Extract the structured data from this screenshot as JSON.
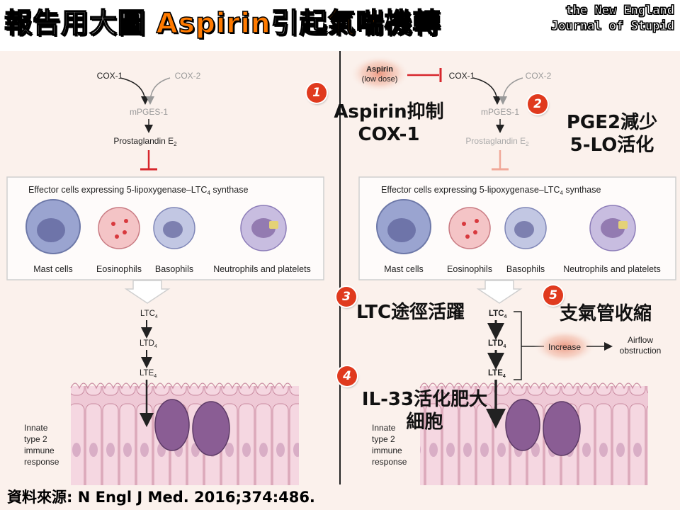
{
  "header": {
    "title_part1": "報告用大圖 ",
    "title_drug": "Aspirin",
    "title_part2": "引起",
    "title_highlight": "氣喘",
    "title_part3": "機轉",
    "logo_line1": "the New England",
    "logo_line2": "Journal of Stupid"
  },
  "left_panel": {
    "cox1": "COX-1",
    "cox2": "COX-2",
    "mpges": "mPGES-1",
    "pg": "Prostaglandin E",
    "pg_sub": "2",
    "box_title": "Effector cells expressing 5-lipoxygenase–LTC",
    "box_title_sub": "4",
    "box_title_tail": " synthase",
    "cells": [
      "Mast cells",
      "Eosinophils",
      "Basophils",
      "Neutrophils and platelets"
    ],
    "ltc": "LTC",
    "ltd": "LTD",
    "lte": "LTE",
    "lt_sub": "4",
    "innate": [
      "Innate",
      "type 2",
      "immune",
      "response"
    ]
  },
  "right_panel": {
    "aspirin": [
      "Aspirin",
      "(low dose)"
    ],
    "increase": "Increase",
    "airflow": [
      "Airflow",
      "obstruction"
    ]
  },
  "annotations": {
    "n1": "1",
    "a1": [
      "Aspirin抑制",
      "COX-1"
    ],
    "n2": "2",
    "a2": [
      "PGE2減少",
      "5-LO活化"
    ],
    "n3": "3",
    "a3": "LTC途徑活躍",
    "n4": "4",
    "a4": [
      "IL-33活化肥大",
      "細胞"
    ],
    "n5": "5",
    "a5": "支氣管收縮"
  },
  "footer": "資料來源: N Engl J Med. 2016;374:486.",
  "colors": {
    "inhibit_red": "#d7262c",
    "faded_red": "#f0a898",
    "accent_orange": "#ff7a00",
    "badge_red": "#e03a1e"
  }
}
